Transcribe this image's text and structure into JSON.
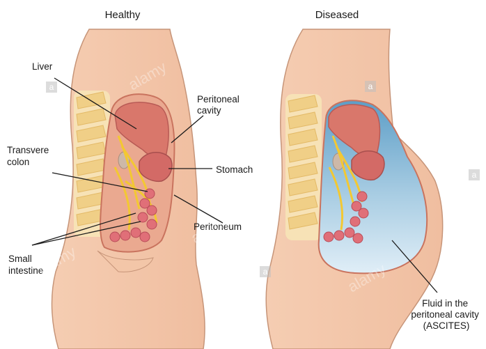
{
  "titles": {
    "healthy": "Healthy",
    "diseased": "Diseased"
  },
  "labels": {
    "liver": "Liver",
    "peritoneal_cavity": [
      "Peritoneal",
      "cavity"
    ],
    "transverse_colon": [
      "Transvere",
      "colon"
    ],
    "stomach": "Stomach",
    "peritoneum": "Peritoneum",
    "small_intestine": [
      "Small",
      "intestine"
    ],
    "fluid": [
      "Fluid in the",
      "peritoneal cavity",
      "(ASCITES)"
    ]
  },
  "watermark": {
    "text": "alamy",
    "badge": "a"
  },
  "colors": {
    "skin": "#f3c6a8",
    "skin_outline": "#c69478",
    "cavity": "#e9a58d",
    "organ": "#d9776b",
    "organ_dark": "#b85a55",
    "intestine": "#e06f78",
    "mesentery": "#f3c832",
    "spine_bone": "#f6dca1",
    "spine_disc": "#fbe8bf",
    "fluid_top": "#5aa0c8",
    "fluid_bottom": "#dcecf6"
  }
}
